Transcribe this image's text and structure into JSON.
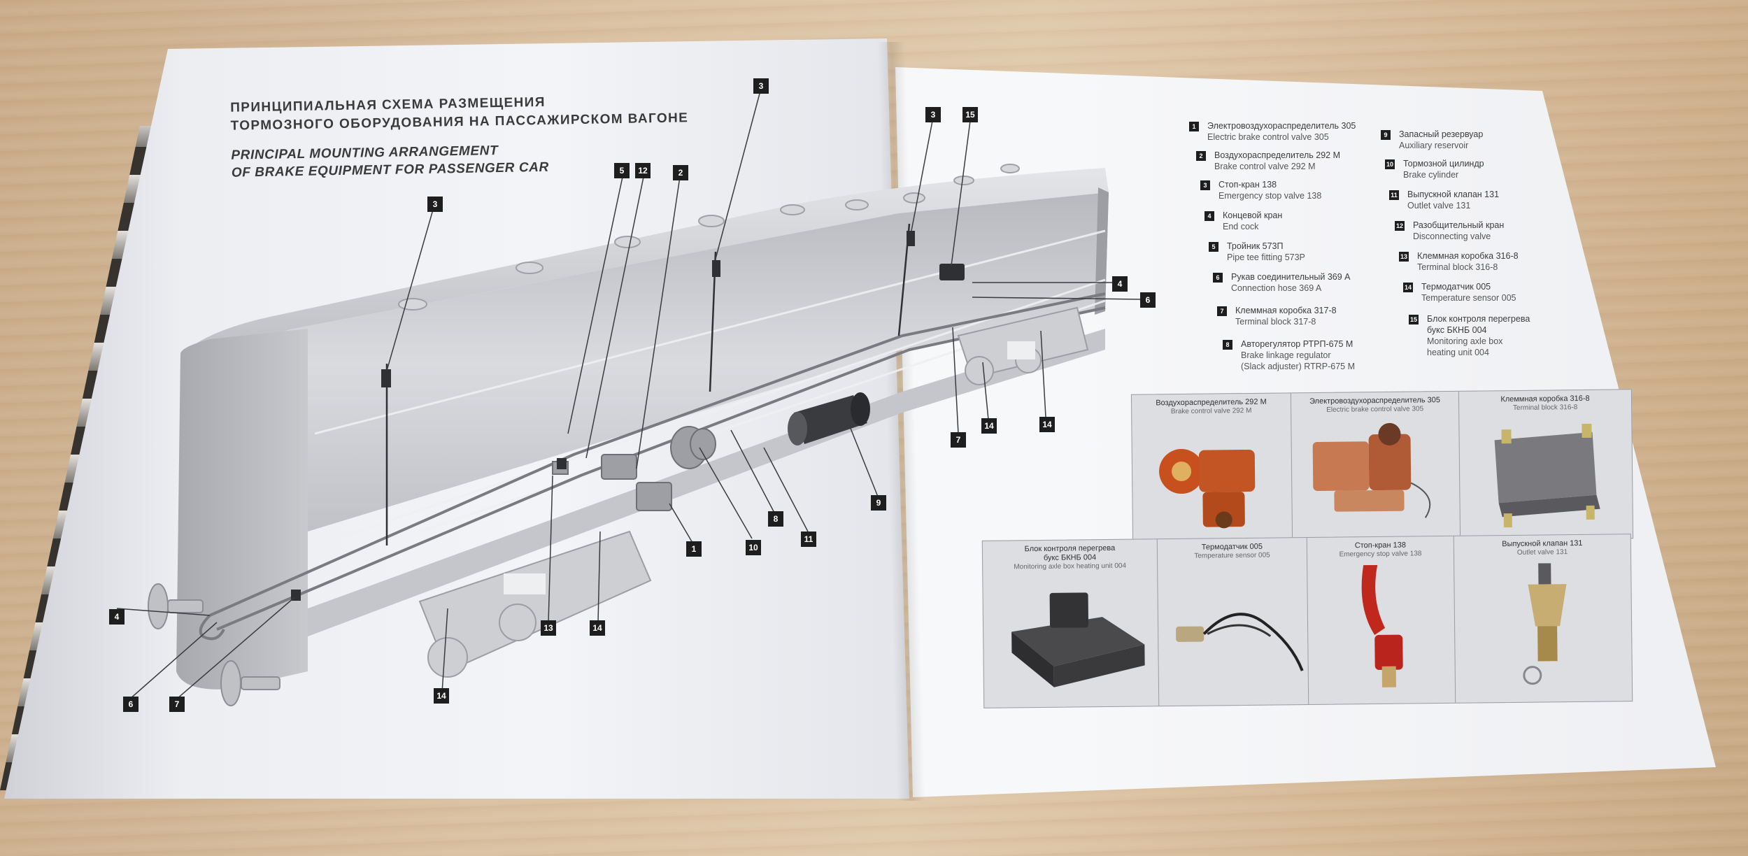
{
  "left_page": {
    "title_ru": "ПРИНЦИПИАЛЬНАЯ СХЕМА РАЗМЕЩЕНИЯ\nТОРМОЗНОГО ОБОРУДОВАНИЯ НА ПАССАЖИРСКОМ ВАГОНЕ",
    "title_en": "PRINCIPAL MOUNTING ARRANGEMENT\nOF BRAKE EQUIPMENT FOR PASSENGER CAR",
    "markers": [
      "3",
      "5",
      "12",
      "2",
      "3",
      "3",
      "15",
      "4",
      "6",
      "7",
      "14",
      "14",
      "1",
      "10",
      "8",
      "11",
      "9",
      "4",
      "13",
      "14",
      "6",
      "7",
      "14"
    ]
  },
  "legend": {
    "items": [
      {
        "num": "1",
        "ru": "Электровоздухораспределитель 305",
        "en": "Electric brake control valve 305"
      },
      {
        "num": "2",
        "ru": "Воздухораспределитель 292 М",
        "en": "Brake control valve 292 M"
      },
      {
        "num": "3",
        "ru": "Стоп-кран 138",
        "en": "Emergency stop valve 138"
      },
      {
        "num": "4",
        "ru": "Концевой кран",
        "en": "End cock"
      },
      {
        "num": "5",
        "ru": "Тройник 573П",
        "en": "Pipe tee fitting 573P"
      },
      {
        "num": "6",
        "ru": "Рукав соединительный 369 А",
        "en": "Connection hose 369 A"
      },
      {
        "num": "7",
        "ru": "Клеммная коробка 317-8",
        "en": "Terminal block 317-8"
      },
      {
        "num": "8",
        "ru": "Авторегулятор РТРП-675 М",
        "en": "Brake linkage regulator\n(Slack adjuster) RTRP-675 M"
      },
      {
        "num": "9",
        "ru": "Запасный резервуар",
        "en": "Auxiliary reservoir"
      },
      {
        "num": "10",
        "ru": "Тормозной цилиндр",
        "en": "Brake cylinder"
      },
      {
        "num": "11",
        "ru": "Выпускной клапан 131",
        "en": "Outlet valve 131"
      },
      {
        "num": "12",
        "ru": "Разобщительный кран",
        "en": "Disconnecting valve"
      },
      {
        "num": "13",
        "ru": "Клеммная коробка 316-8",
        "en": "Terminal block 316-8"
      },
      {
        "num": "14",
        "ru": "Термодатчик 005",
        "en": "Temperature sensor 005"
      },
      {
        "num": "15",
        "ru": "Блок контроля перегрева\nбукс БКНБ 004",
        "en": "Monitoring axle box\nheating unit 004"
      }
    ]
  },
  "photos_row1": [
    {
      "ru": "Воздухораспределитель 292 М",
      "en": "Brake control valve 292 M",
      "color": "#c8501e"
    },
    {
      "ru": "Электровоздухораспределитель 305",
      "en": "Electric brake control valve 305",
      "color": "#c77a52"
    },
    {
      "ru": "Клеммная коробка 316-8",
      "en": "Terminal block 316-8",
      "color": "#7a7a7e"
    }
  ],
  "photos_row2": [
    {
      "ru": "Блок контроля перегрева\nбукс БКНБ 004",
      "en": "Monitoring axle box heating unit 004",
      "color": "#3a3a3c"
    },
    {
      "ru": "Термодатчик 005",
      "en": "Temperature sensor 005",
      "color": "#b9a780"
    },
    {
      "ru": "Стоп-кран 138",
      "en": "Emergency stop valve 138",
      "color": "#c0281e"
    },
    {
      "ru": "Выпускной клапан 131",
      "en": "Outlet valve 131",
      "color": "#b59a5c"
    }
  ]
}
